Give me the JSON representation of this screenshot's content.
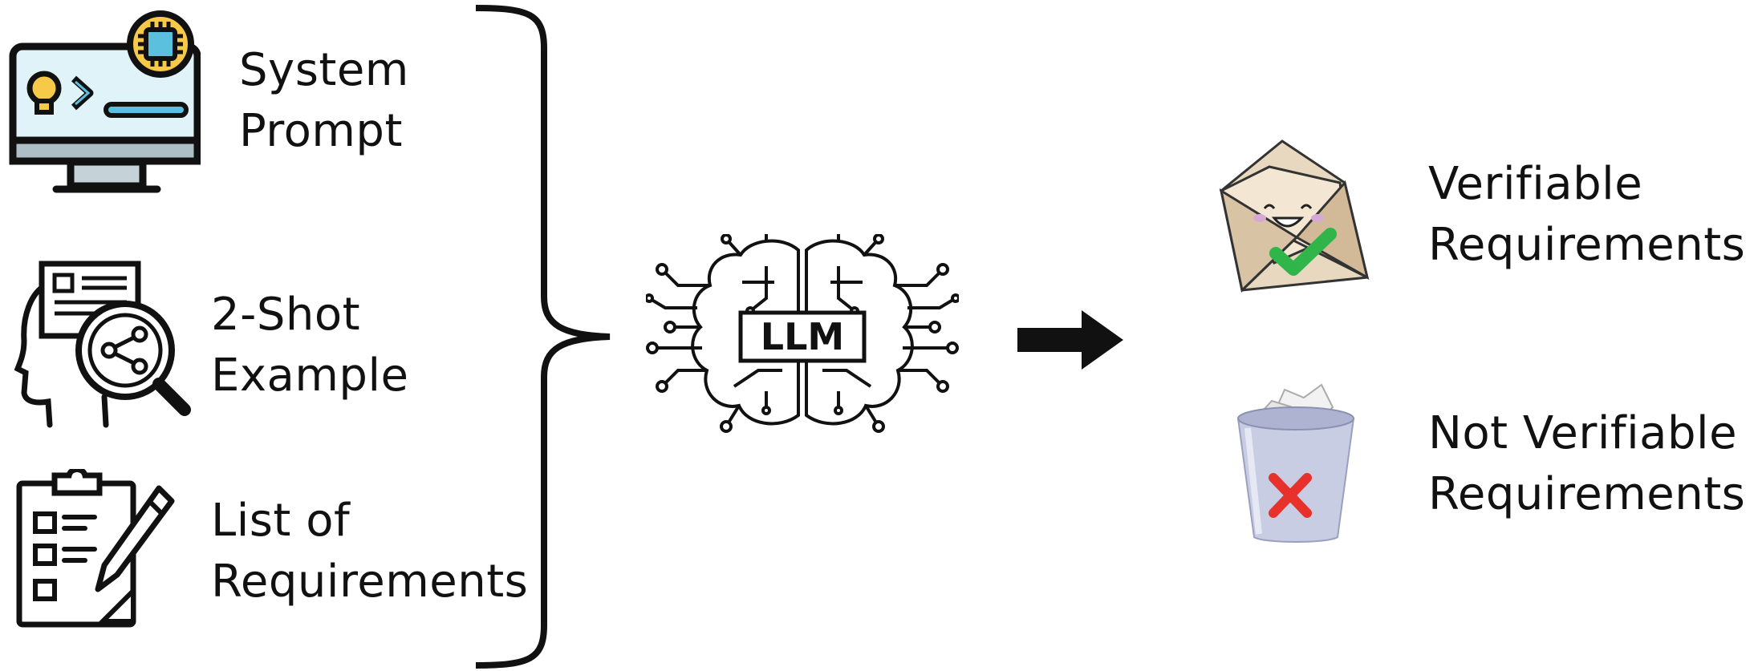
{
  "inputs": [
    {
      "line1": "System",
      "line2": "Prompt",
      "icon": "computer-monitor-with-chip-icon"
    },
    {
      "line1": "2-Shot",
      "line2": "Example",
      "icon": "head-with-magnifier-icon"
    },
    {
      "line1": "List of",
      "line2": "Requirements",
      "icon": "clipboard-checklist-icon"
    }
  ],
  "model": {
    "label": "LLM",
    "icon": "circuit-brain-icon"
  },
  "arrow": {
    "icon": "right-arrow-icon"
  },
  "outputs": [
    {
      "line1": "Verifiable",
      "line2": "Requirements",
      "icon": "smiling-envelope-checkmark-icon"
    },
    {
      "line1": "Not Verifiable",
      "line2": "Requirements",
      "icon": "trash-bin-cross-icon"
    }
  ],
  "colors": {
    "check_green": "#2fb54a",
    "cross_red": "#e8312b",
    "screen_blue": "#dff3f8",
    "chip_yellow": "#f7c948",
    "envelope_tan": "#d9c3a5"
  }
}
